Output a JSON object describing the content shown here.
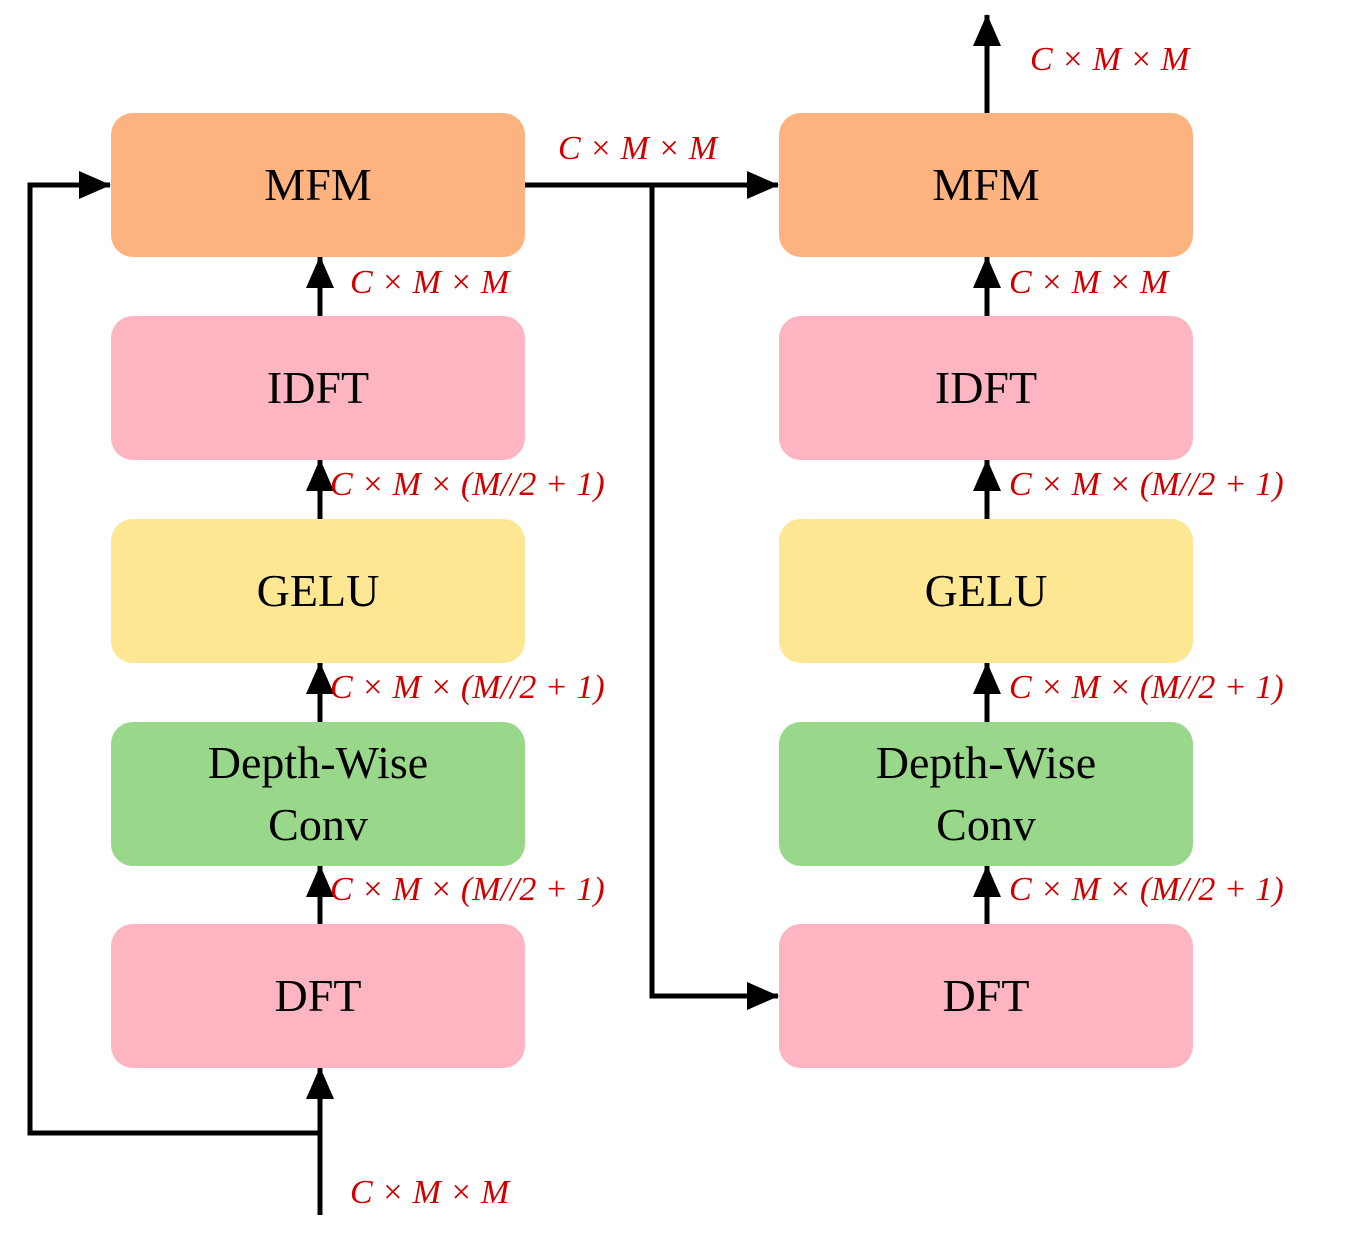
{
  "colors": {
    "mfm": "#FDB37F",
    "dft_idft": "#FDB6C1",
    "gelu": "#FEE793",
    "conv": "#99D78A",
    "arrow": "#000000",
    "dim_label": "#D00000"
  },
  "blocks": {
    "left": {
      "mfm": "MFM",
      "idft": "IDFT",
      "gelu": "GELU",
      "conv_line1": "Depth-Wise",
      "conv_line2": "Conv",
      "dft": "DFT"
    },
    "right": {
      "mfm": "MFM",
      "idft": "IDFT",
      "gelu": "GELU",
      "conv_line1": "Depth-Wise",
      "conv_line2": "Conv",
      "dft": "DFT"
    }
  },
  "dims": {
    "left_input": "C × M × M",
    "left_dft_conv": "C × M × (M//2 + 1)",
    "left_conv_gelu": "C × M × (M//2 + 1)",
    "left_gelu_idft": "C × M × (M//2 + 1)",
    "left_idft_mfm": "C × M × M",
    "between_mfm": "C × M × M",
    "right_dft_conv": "C × M × (M//2 + 1)",
    "right_conv_gelu": "C × M × (M//2 + 1)",
    "right_gelu_idft": "C × M × (M//2 + 1)",
    "right_idft_mfm": "C × M × M",
    "right_output": "C × M × M"
  }
}
